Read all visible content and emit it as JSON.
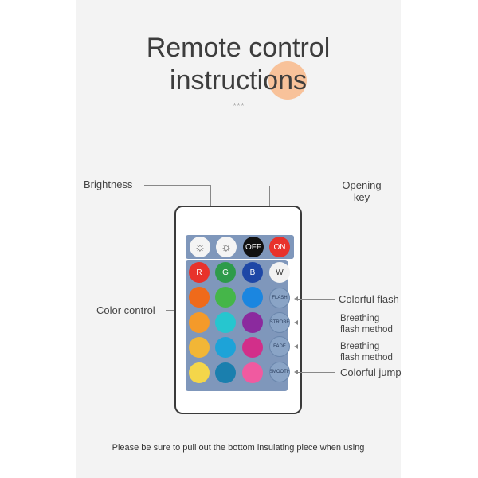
{
  "title": {
    "line1": "Remote control",
    "line2": "instructions"
  },
  "decor": "***",
  "labels": {
    "brightness": "Brightness",
    "opening_key_line1": "Opening",
    "opening_key_line2": "key",
    "color_control": "Color control",
    "colorful_flash": "Colorful flash",
    "breathing1_line1": "Breathing",
    "breathing1_line2": "flash method",
    "breathing2_line1": "Breathing",
    "breathing2_line2": "flash method",
    "colorful_jump": "Colorful jump"
  },
  "remote": {
    "top_buttons": [
      "☼",
      "☼",
      "OFF",
      "ON"
    ],
    "rgbw": [
      "R",
      "G",
      "B",
      "W"
    ],
    "side_buttons": [
      "FLASH",
      "STROBE",
      "FADE",
      "SMOOTH"
    ],
    "colors": {
      "off": "#111111",
      "on": "#e8322b",
      "r": "#e8322b",
      "g": "#2e9b4a",
      "b": "#1e47a6",
      "w": "#f2f2f2"
    },
    "grid_colors": [
      [
        "#ef6a1a",
        "#45b649",
        "#1b86e0"
      ],
      [
        "#f49a2a",
        "#26c6cf",
        "#8b2a9e"
      ],
      [
        "#f2b636",
        "#1da3d8",
        "#d22f8a"
      ],
      [
        "#f4d64a",
        "#1a7fae",
        "#f05aa0"
      ]
    ]
  },
  "footer": "Please be sure to pull out the bottom insulating piece when using"
}
